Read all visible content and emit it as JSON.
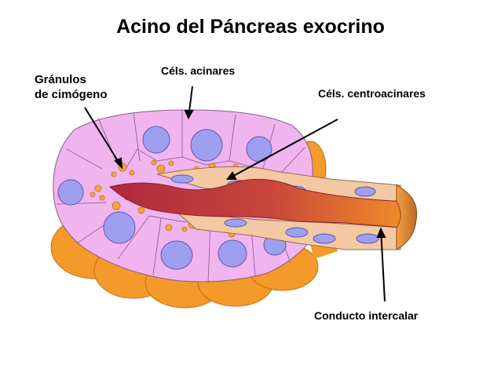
{
  "title": "Acino del Páncreas exocrino",
  "labels": {
    "granulos_line1": "Gránulos",
    "granulos_line2": "de cimógeno",
    "acinares": "Céls. acinares",
    "centroacinares": "Céls. centroacinares",
    "conducto": "Conducto intercalar"
  },
  "colors": {
    "acinar_cell": "#f0b4ee",
    "basal_shadow": "#f39a2a",
    "nucleus": "#9f9ff0",
    "zymogen_granule": "#f7a33a",
    "lumen": "#b5303a",
    "duct_cell": "#f3c9a3",
    "duct_end": "#c8762e"
  }
}
